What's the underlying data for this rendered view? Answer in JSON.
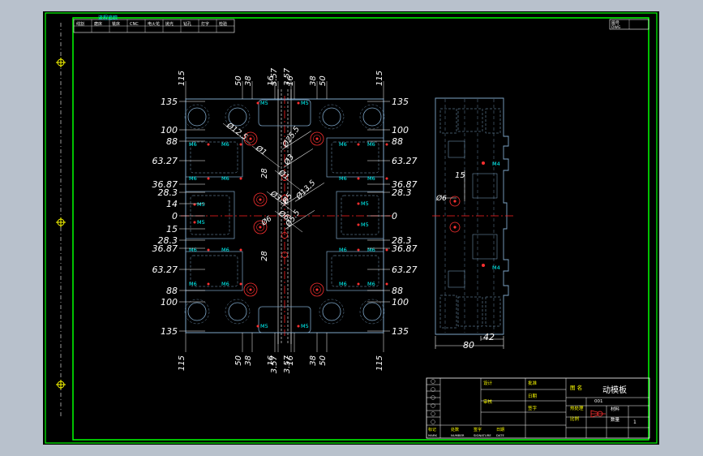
{
  "title_strip": {
    "title": "流程追踪",
    "steps": [
      "线割",
      "磨床",
      "铣床",
      "CNC",
      "电火花",
      "抛光",
      "钻孔",
      "打字",
      "检验"
    ]
  },
  "corner_tag": {
    "line1": "图号",
    "line2": "DWG"
  },
  "front_view": {
    "top_dims": [
      "115",
      "50",
      "38",
      "16",
      "3.57",
      "3.57",
      "16",
      "38",
      "50",
      "115"
    ],
    "bottom_dims": [
      "115",
      "50",
      "38",
      "16",
      "3.57",
      "3.57",
      "16",
      "38",
      "50",
      "115"
    ],
    "left_dims": [
      "135",
      "100",
      "88",
      "63.27",
      "36.87",
      "28.3",
      "14",
      "0",
      "15",
      "28.3",
      "36.87",
      "63.27",
      "88",
      "100",
      "135"
    ],
    "right_dims": [
      "135",
      "100",
      "88",
      "63.27",
      "36.87",
      "28.3",
      "0",
      "28.3",
      "36.87",
      "63.27",
      "88",
      "100",
      "135"
    ],
    "diag_labels": [
      "Ø12.5",
      "Ø1",
      "Ø25.5",
      "Ø3",
      "Ø3.5",
      "Ø5",
      "Ø6",
      "Ø5.5",
      "Ø13.5",
      "Ø1"
    ],
    "v_28": "28",
    "v_6": "Ø6",
    "thread_m5": "M5",
    "thread_m6": "M6"
  },
  "side_view": {
    "dim_80": "80",
    "dim_42": "42",
    "dim_15": "15",
    "dia_label": "Ø6",
    "thread_m4": "M4"
  },
  "title_block": {
    "part_name": "动模板",
    "label_drawing": "图 名",
    "label_material": "材料",
    "label_scale": "比例",
    "label_qty": "数量",
    "label_design": "设计",
    "label_check": "审核",
    "label_approve": "批准",
    "label_date": "日期",
    "label_heat": "热处理",
    "label_sign": "签字",
    "code": "001",
    "qty": "1",
    "revision_headers": [
      "标记",
      "处数",
      "签字",
      "日期"
    ],
    "revision_sub": [
      "MARK",
      "NUMBER",
      "SIGNATURE",
      "DATE"
    ]
  }
}
